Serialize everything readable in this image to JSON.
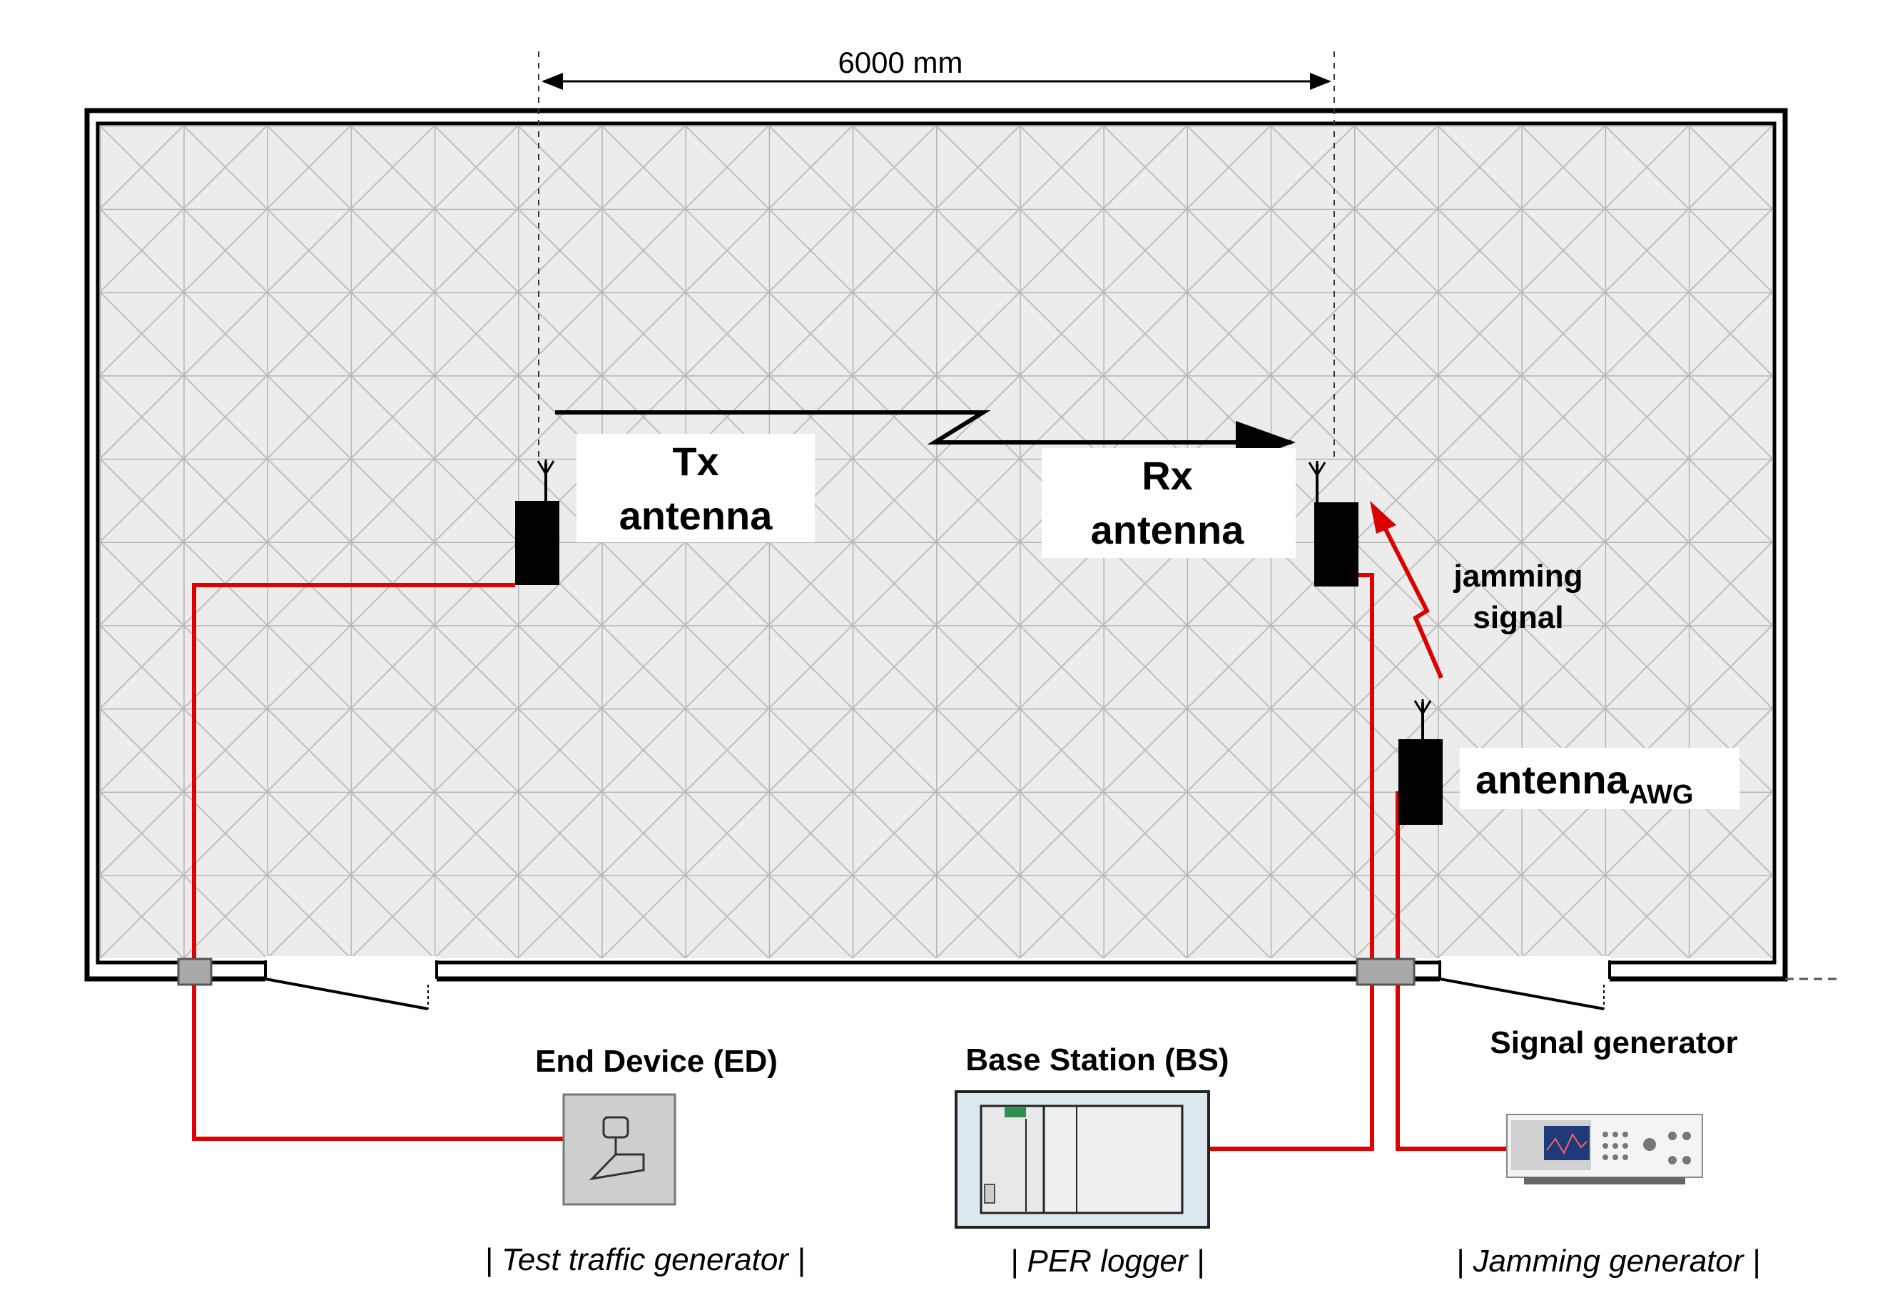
{
  "dimension": {
    "label": "6000 mm"
  },
  "antennas": {
    "tx": {
      "line1": "Tx",
      "line2": "antenna"
    },
    "rx": {
      "line1": "Rx",
      "line2": "antenna"
    },
    "awg": {
      "main": "antenna",
      "subscript": "AWG"
    }
  },
  "jamming": {
    "line1": "jamming",
    "line2": "signal"
  },
  "devices": {
    "end_device": {
      "title": "End Device (ED)",
      "role": "| Test traffic generator |"
    },
    "base_station": {
      "title": "Base Station (BS)",
      "role": "| PER logger |"
    },
    "signal_generator": {
      "title": "Signal generator",
      "role": "| Jamming generator |"
    }
  },
  "colors": {
    "cable": "#e00000",
    "jamming_arrow": "#d90000",
    "absorber_fill": "#ececec",
    "absorber_line": "#b4b4b4"
  }
}
